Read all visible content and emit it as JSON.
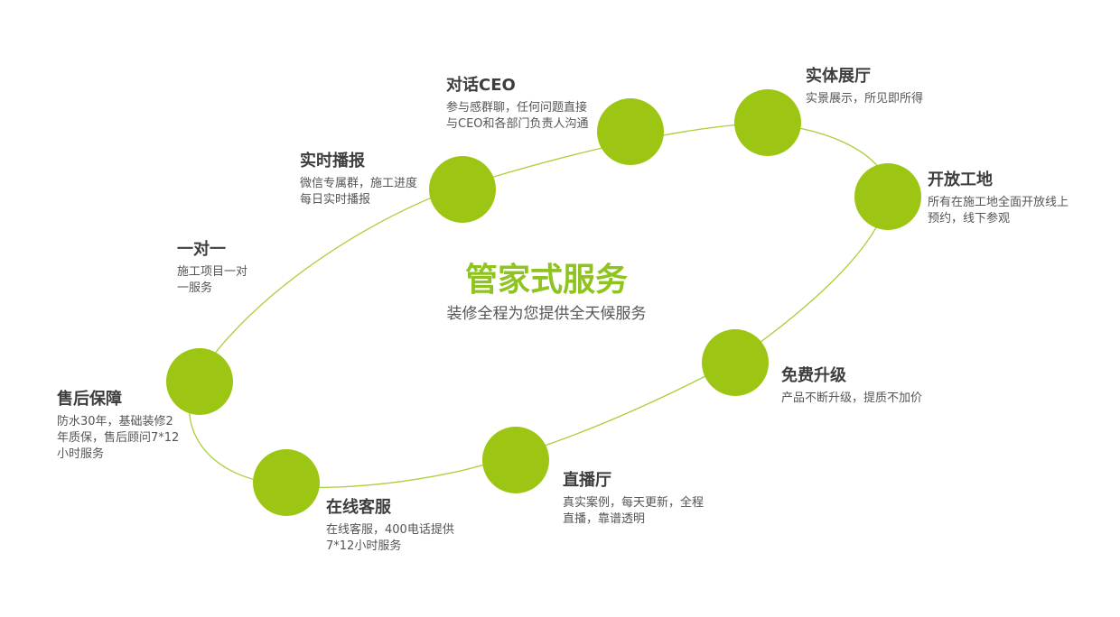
{
  "center": {
    "title": "管家式服务",
    "subtitle": "装修全程为您提供全天候服务"
  },
  "colors": {
    "node": "#9dc614",
    "ring": "#a9cf3a",
    "title_accent": "#8fc31f",
    "text": "#444444"
  },
  "services": [
    {
      "title": "对话CEO",
      "desc": [
        "参与感群聊，任何问题直接",
        "与CEO和各部门负责人沟通"
      ]
    },
    {
      "title": "实体展厅",
      "desc": [
        "实景展示，所见即所得"
      ]
    },
    {
      "title": "开放工地",
      "desc": [
        "所有在施工地全面开放线上",
        "预约，线下参观"
      ]
    },
    {
      "title": "免费升级",
      "desc": [
        "产品不断升级，提质不加价"
      ]
    },
    {
      "title": "直播厅",
      "desc": [
        "真实案例，每天更新，全程",
        "直播，靠谱透明"
      ]
    },
    {
      "title": "在线客服",
      "desc": [
        "在线客服，400电话提供",
        "7*12小时服务"
      ]
    },
    {
      "title": "售后保障",
      "desc": [
        "防水30年，基础装修2",
        "年质保，售后顾问7*12",
        "小时服务"
      ]
    },
    {
      "title": "一对一",
      "desc": [
        "施工项目一对",
        "一服务"
      ]
    },
    {
      "title": "实时播报",
      "desc": [
        "微信专属群，施工进度",
        "每日实时播报"
      ]
    }
  ]
}
